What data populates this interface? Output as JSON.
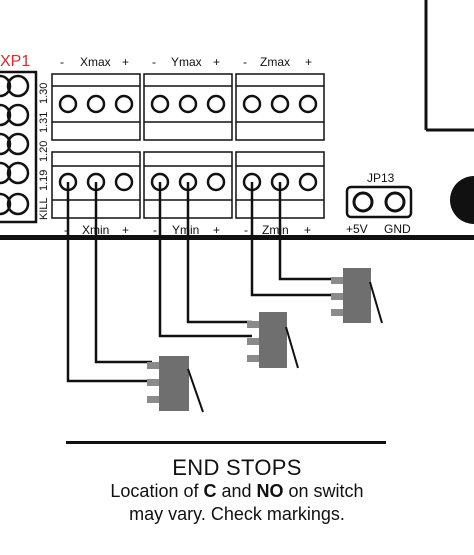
{
  "header": {
    "connector_label": "XP1",
    "connector_color": "#d62b2b",
    "pin_labels": [
      "1.30",
      "1.31",
      "1.20",
      "1.19",
      "KILL"
    ]
  },
  "terminal_blocks": {
    "top_labels": [
      {
        "minus": "-",
        "name": "Xmax",
        "plus": "+"
      },
      {
        "minus": "-",
        "name": "Ymax",
        "plus": "+"
      },
      {
        "minus": "-",
        "name": "Zmax",
        "plus": "+"
      }
    ],
    "bottom_labels": [
      {
        "minus": "-",
        "name": "Xmin",
        "plus": "+"
      },
      {
        "minus": "-",
        "name": "Ymin",
        "plus": "+"
      },
      {
        "minus": "-",
        "name": "Zmin",
        "plus": "+"
      }
    ]
  },
  "jumper": {
    "name": "JP13",
    "pin_left": "+5V",
    "pin_right": "GND"
  },
  "caption": {
    "title": "END STOPS",
    "line1_pre": "Location of ",
    "line1_c": "C",
    "line1_mid": " and ",
    "line1_no": "NO",
    "line1_post": " on switch",
    "line2": "may vary. Check markings."
  },
  "colors": {
    "line": "#111111",
    "switch_body": "#6f6f6f",
    "switch_pin": "#8a8a8a"
  }
}
